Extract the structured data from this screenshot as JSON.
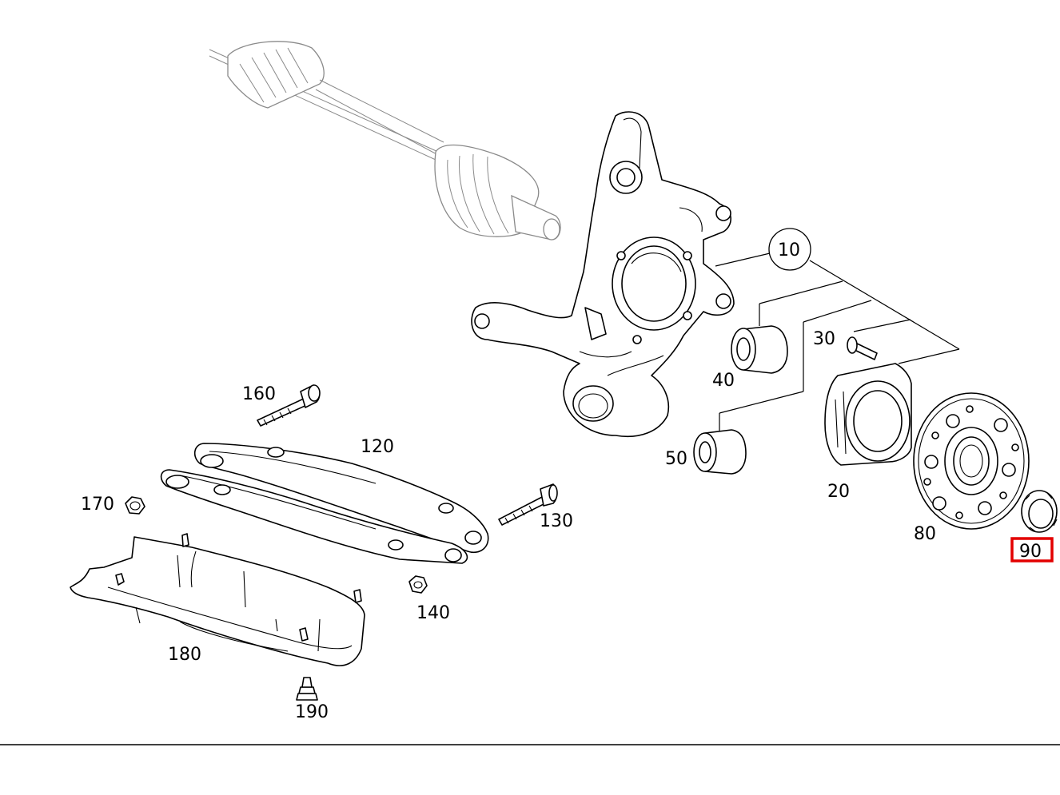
{
  "diagram": {
    "labels": {
      "l10": "10",
      "l20": "20",
      "l30": "30",
      "l40": "40",
      "l50": "50",
      "l80": "80",
      "l90": "90",
      "l120": "120",
      "l130": "130",
      "l140": "140",
      "l160": "160",
      "l170": "170",
      "l180": "180",
      "l190": "190"
    },
    "highlight_label": "90",
    "highlight_color": "#e30000"
  }
}
